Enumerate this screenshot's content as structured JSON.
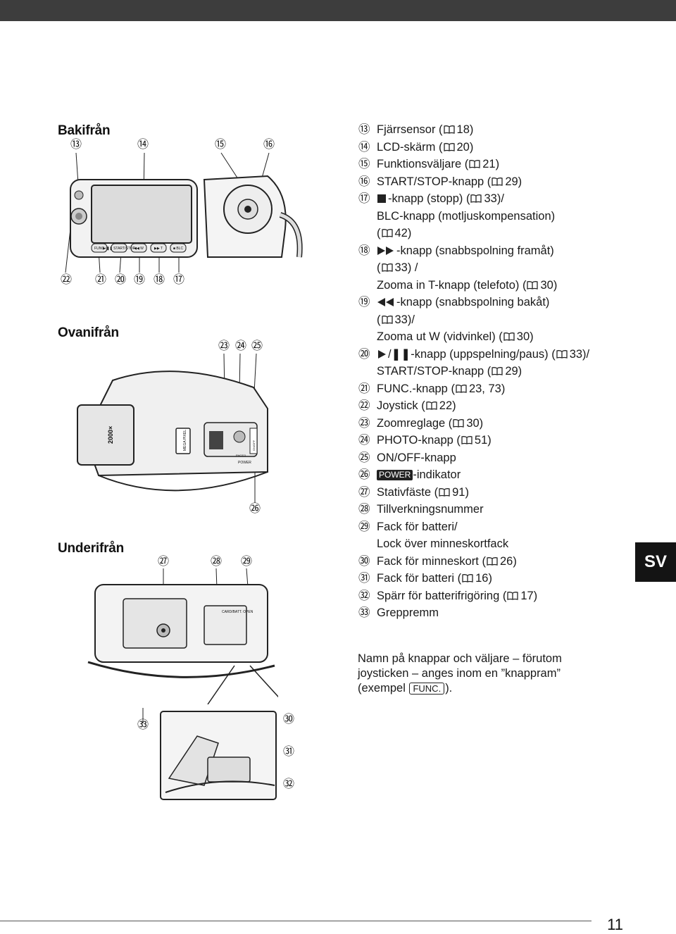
{
  "sections": {
    "back": "Bakifrån",
    "top": "Ovanifrån",
    "bottom": "Underifrån"
  },
  "callouts": {
    "back_top": [
      "⑬",
      "⑭",
      "⑮",
      "⑯"
    ],
    "back_bottom": [
      "㉒",
      "㉑",
      "⑳",
      "⑲",
      "⑱",
      "⑰"
    ],
    "top_view": [
      "㉓",
      "㉔",
      "㉕",
      "㉖"
    ],
    "bottom_view": [
      "㉗",
      "㉘",
      "㉙"
    ],
    "detail_left": "㉝",
    "detail_right": [
      "㉚",
      "㉛",
      "㉜"
    ]
  },
  "camera_labels": {
    "func": "FUNC",
    "start_stop": "▶/❚❚ START/STOP",
    "rew": "◀◀ W",
    "ff": "▶▶ T",
    "blc": "■ BLC",
    "zoom_badge": "2000×",
    "mega_pixel": "MEGA PIXEL",
    "photo": "PHOTO",
    "on_off": "ON/OFF",
    "power": "POWER",
    "card_batt": "CARD/BATT. OPEN"
  },
  "items": [
    {
      "num": "⑬",
      "text": "Fjärrsensor (",
      "ref": "18)"
    },
    {
      "num": "⑭",
      "text": "LCD-skärm (",
      "ref": "20)"
    },
    {
      "num": "⑮",
      "text": "Funktionsväljare (",
      "ref": "21)"
    },
    {
      "num": "⑯",
      "text": "START/STOP-knapp (",
      "ref": "29)"
    },
    {
      "num": "⑰",
      "text": "-knapp (stopp) (",
      "ref": "33)/"
    },
    {
      "num": "",
      "text": "BLC-knapp (motljuskompensation)"
    },
    {
      "num": "",
      "text": "(",
      "ref": "42)"
    },
    {
      "num": "⑱",
      "text": "-knapp (snabbspolning framåt)"
    },
    {
      "num": "",
      "text": "(",
      "ref": "33) /"
    },
    {
      "num": "",
      "text": "Zooma in T-knapp (telefoto) (",
      "ref": "30)"
    },
    {
      "num": "⑲",
      "text": "-knapp (snabbspolning bakåt)"
    },
    {
      "num": "",
      "text": "(",
      "ref": "33)/"
    },
    {
      "num": "",
      "text": "Zooma ut W (vidvinkel) (",
      "ref": "30)"
    },
    {
      "num": "⑳",
      "text": "/❚❚-knapp (uppspelning/paus) (",
      "ref": "33)/"
    },
    {
      "num": "",
      "text": "START/STOP-knapp (",
      "ref": "29)"
    },
    {
      "num": "㉑",
      "text": "FUNC.-knapp (",
      "ref": "23, 73)"
    },
    {
      "num": "㉒",
      "text": "Joystick (",
      "ref": "22)"
    },
    {
      "num": "㉓",
      "text": "Zoomreglage (",
      "ref": "30)"
    },
    {
      "num": "㉔",
      "text": "PHOTO-knapp (",
      "ref": "51)"
    },
    {
      "num": "㉕",
      "text": "ON/OFF-knapp"
    },
    {
      "num": "㉖",
      "text": "-indikator"
    },
    {
      "num": "㉗",
      "text": "Stativfäste (",
      "ref": "91)"
    },
    {
      "num": "㉘",
      "text": "Tillverkningsnummer"
    },
    {
      "num": "㉙",
      "text": "Fack för batteri/"
    },
    {
      "num": "",
      "text": "Lock över minneskortfack"
    },
    {
      "num": "㉚",
      "text": "Fack för minneskort (",
      "ref": "26)"
    },
    {
      "num": "㉛",
      "text": "Fack för batteri (",
      "ref": "16)"
    },
    {
      "num": "㉜",
      "text": "Spärr för batterifrigöring (",
      "ref": "17)"
    },
    {
      "num": "㉝",
      "text": "Greppremm"
    }
  ],
  "note": {
    "line1": "Namn på knappar och väljare – förutom",
    "line2": "joysticken – anges inom en ”knappram”",
    "line3_pre": "(exempel",
    "keycap": "FUNC.",
    "line3_post": ")."
  },
  "tab": "SV",
  "page_number": "11"
}
